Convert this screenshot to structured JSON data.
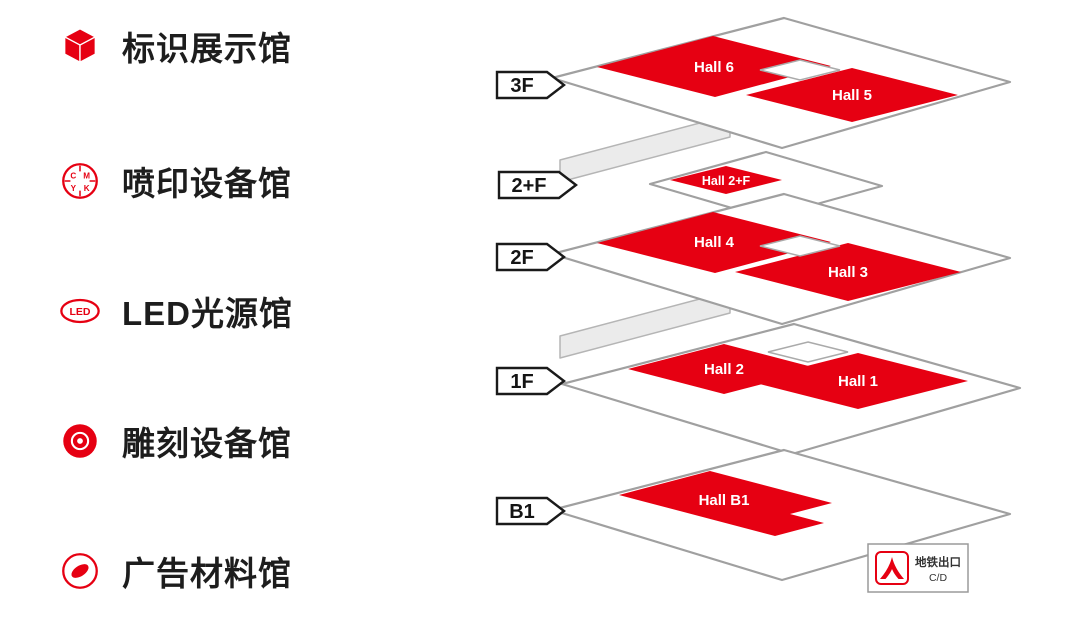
{
  "legend": {
    "items": [
      {
        "id": "signage",
        "label": "标识展示馆",
        "icon": "cube-icon"
      },
      {
        "id": "inkjet",
        "label": "喷印设备馆",
        "icon": "cmyk-icon"
      },
      {
        "id": "led",
        "label": "LED光源馆",
        "icon": "led-icon"
      },
      {
        "id": "engraving",
        "label": "雕刻设备馆",
        "icon": "target-icon"
      },
      {
        "id": "materials",
        "label": "广告材料馆",
        "icon": "capsule-icon"
      }
    ]
  },
  "floors": [
    {
      "label": "3F",
      "halls": [
        "Hall 6",
        "Hall 5"
      ]
    },
    {
      "label": "2+F",
      "halls": [
        "Hall 2+F"
      ]
    },
    {
      "label": "2F",
      "halls": [
        "Hall 4",
        "Hall 3"
      ]
    },
    {
      "label": "1F",
      "halls": [
        "Hall 2",
        "Hall 1"
      ]
    },
    {
      "label": "B1",
      "halls": [
        "Hall B1"
      ]
    }
  ],
  "metro": {
    "title": "地铁出口",
    "sub": "C/D"
  },
  "icon_text": {
    "led": "LED",
    "c": "C",
    "m": "M",
    "y": "Y",
    "k": "K"
  },
  "colors": {
    "accent_red": "#e60012",
    "plate_outline": "#a0a0a0",
    "walkway_fill": "#ebebeb",
    "tag_outline": "#1a1a1a"
  }
}
